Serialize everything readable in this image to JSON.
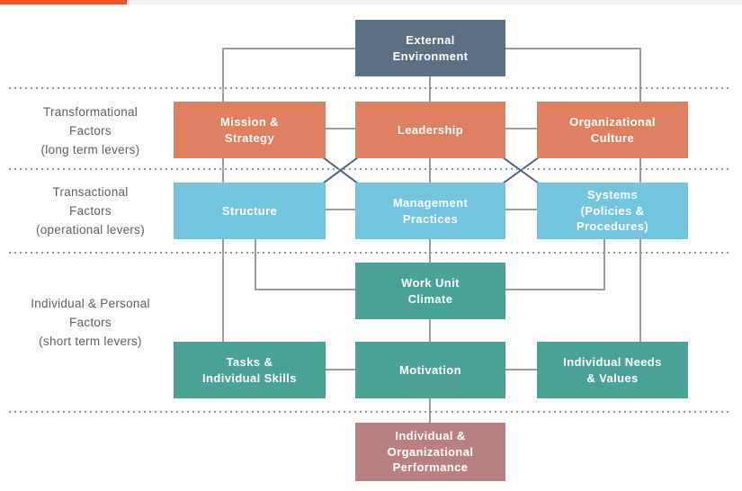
{
  "diagram": {
    "type": "flow-diagram",
    "model": "organizational factors diagram",
    "colors": {
      "slate_box": "#5b7083",
      "orange_box": "#e08063",
      "blue_box": "#73c4de",
      "teal_box": "#49a295",
      "rose_box": "#b88080",
      "connector_gray": "#9b9b9b",
      "crossing_slate": "#4e6478",
      "dotted_separator": "#8e9aa8",
      "side_label_text": "#5f5f5f",
      "topbar_progress": "#e8562a",
      "topbar_track": "#f2f2f2",
      "box_text": "#ffffff"
    },
    "section_labels": {
      "transformational": "Transformational\nFactors\n(long term levers)",
      "transactional": "Transactional\nFactors\n(operational levers)",
      "individual": "Individual & Personal\nFactors\n(short term levers)"
    },
    "boxes": {
      "external": {
        "label": "External\nEnvironment"
      },
      "mission": {
        "label": "Mission &\nStrategy"
      },
      "leadership": {
        "label": "Leadership"
      },
      "culture": {
        "label": "Organizational\nCulture"
      },
      "structure": {
        "label": "Structure"
      },
      "management": {
        "label": "Management\nPractices"
      },
      "systems": {
        "label": "Systems\n(Policies &\nProcedures)"
      },
      "climate": {
        "label": "Work Unit\nClimate"
      },
      "tasks": {
        "label": "Tasks &\nIndividual Skills"
      },
      "motivation": {
        "label": "Motivation"
      },
      "needs": {
        "label": "Individual Needs\n& Values"
      },
      "performance": {
        "label": "Individual &\nOrganizational\nPerformance"
      }
    }
  }
}
